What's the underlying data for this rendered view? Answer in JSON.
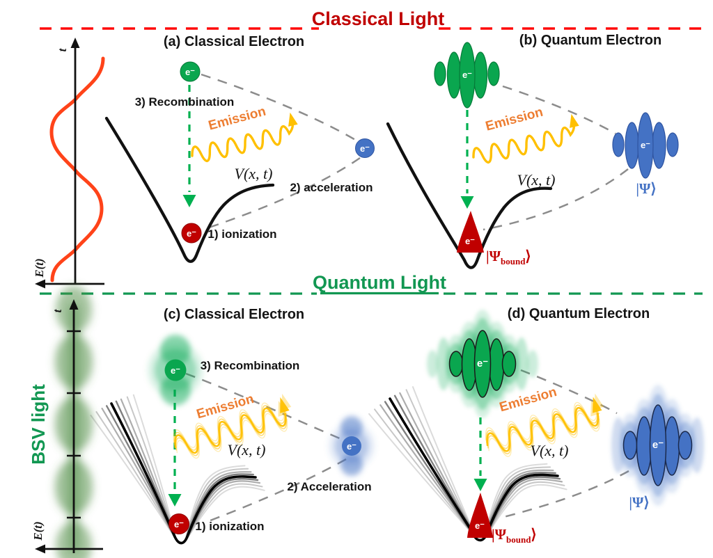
{
  "dividers": {
    "classical": {
      "label": "Classical Light"
    },
    "quantum": {
      "label": "Quantum Light"
    }
  },
  "field_classical": {
    "t_label": "t",
    "e_label": "E(t)"
  },
  "field_bsv": {
    "name": "BSV light",
    "t_label": "t",
    "e_label": "E(t)"
  },
  "electron_label": "e⁻",
  "panels": {
    "a": {
      "title": "(a) Classical Electron",
      "step1": "1) ionization",
      "step2": "2) acceleration",
      "step3": "3) Recombination",
      "emission": "Emission",
      "potential": "V(x, t)"
    },
    "b": {
      "title": "(b) Quantum Electron",
      "emission": "Emission",
      "potential": "V(x, t)",
      "psi_bound_pre": "|Ψ",
      "psi_bound_sub": "bound",
      "psi_bound_post": "⟩",
      "psi_free": "|Ψ⟩"
    },
    "c": {
      "title": "(c) Classical Electron",
      "step1": "1) ionization",
      "step2": "2) Acceleration",
      "step3": "3) Recombination",
      "emission": "Emission",
      "potential": "V(x, t)"
    },
    "d": {
      "title": "(d) Quantum Electron",
      "emission": "Emission",
      "potential": "V(x, t)",
      "psi_bound_pre": "|Ψ",
      "psi_bound_sub": "bound",
      "psi_bound_post": "⟩",
      "psi_free": "|Ψ⟩"
    }
  },
  "colors": {
    "classical_title_red": "#C00000",
    "divider_red": "#FF0A0A",
    "quantum_green": "#129752",
    "electron_green": "#0AA64F",
    "electron_blue": "#4472C4",
    "bound_state_red": "#C00000",
    "emission_orange": "#ED7D31",
    "photon_yellow": "#FFC000",
    "classical_field_red": "#FF4319",
    "bsv_band_green": "#4e8c43",
    "trajectory_gray": "#8c8c8c",
    "arrow_green": "#00B050"
  }
}
